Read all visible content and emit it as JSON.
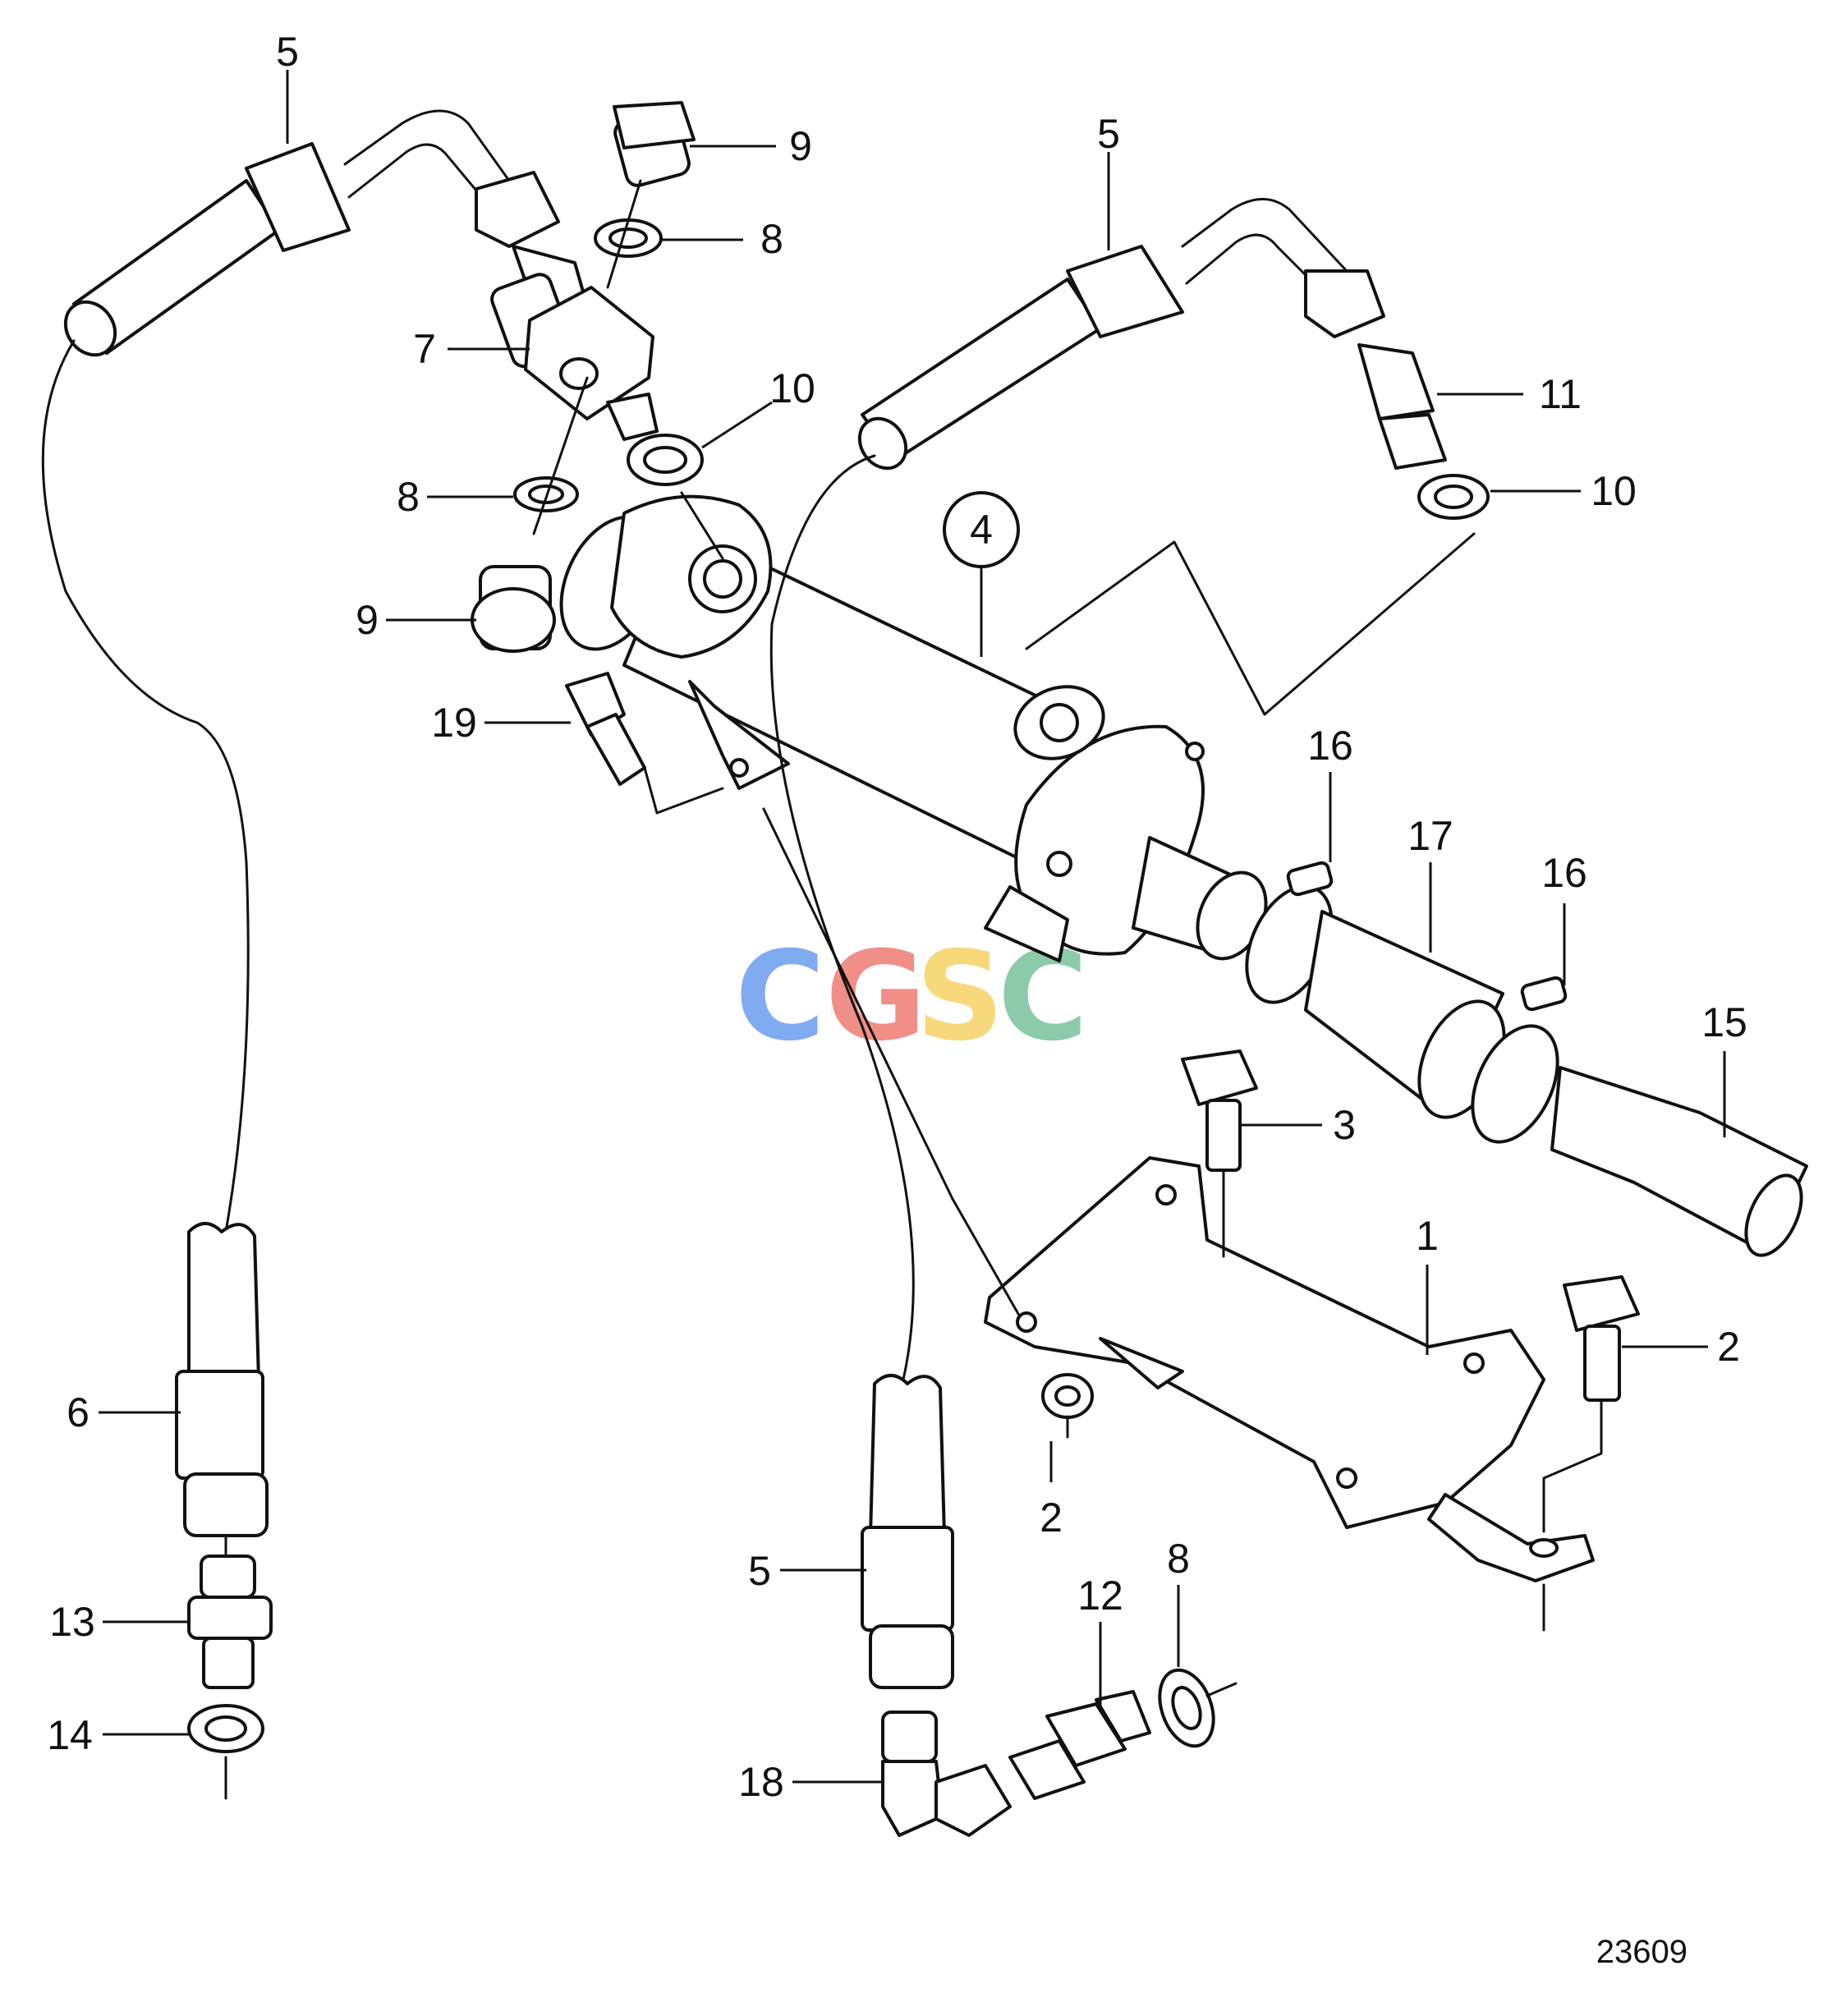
{
  "callouts": [
    {
      "id": "c5a",
      "text": "5"
    },
    {
      "id": "c9a",
      "text": "9"
    },
    {
      "id": "c8a",
      "text": "8"
    },
    {
      "id": "c7",
      "text": "7"
    },
    {
      "id": "c10a",
      "text": "10"
    },
    {
      "id": "c8b",
      "text": "8"
    },
    {
      "id": "c9b",
      "text": "9"
    },
    {
      "id": "c19",
      "text": "19"
    },
    {
      "id": "c5b",
      "text": "5"
    },
    {
      "id": "c11",
      "text": "11"
    },
    {
      "id": "c10b",
      "text": "10"
    },
    {
      "id": "c4",
      "text": "4"
    },
    {
      "id": "c16a",
      "text": "16"
    },
    {
      "id": "c17",
      "text": "17"
    },
    {
      "id": "c16b",
      "text": "16"
    },
    {
      "id": "c15",
      "text": "15"
    },
    {
      "id": "c3",
      "text": "3"
    },
    {
      "id": "c1",
      "text": "1"
    },
    {
      "id": "c2a",
      "text": "2"
    },
    {
      "id": "c2b",
      "text": "2"
    },
    {
      "id": "c6",
      "text": "6"
    },
    {
      "id": "c13",
      "text": "13"
    },
    {
      "id": "c14",
      "text": "14"
    },
    {
      "id": "c5c",
      "text": "5"
    },
    {
      "id": "c18",
      "text": "18"
    },
    {
      "id": "c12",
      "text": "12"
    },
    {
      "id": "c8c",
      "text": "8"
    }
  ],
  "figure_number": "23609",
  "watermark": {
    "letters": [
      "C",
      "G",
      "S",
      "C"
    ],
    "colors": [
      "#7aa7f0",
      "#f08a82",
      "#f7d774",
      "#86c9a6"
    ]
  }
}
